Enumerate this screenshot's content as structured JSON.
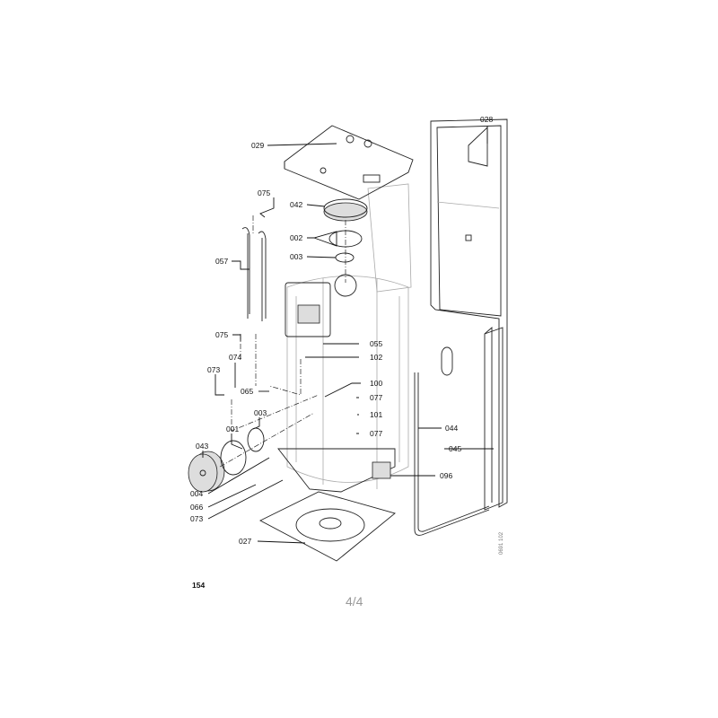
{
  "figure": {
    "number": "154",
    "reference_code": "0691 102",
    "page_indicator": "4/4"
  },
  "callouts": {
    "c028": "028",
    "c029": "029",
    "c075a": "075",
    "c042": "042",
    "c002": "002",
    "c003a": "003",
    "c057": "057",
    "c075b": "075",
    "c055": "055",
    "c102": "102",
    "c073a": "073",
    "c074": "074",
    "c065": "065",
    "c100": "100",
    "c077a": "077",
    "c101": "101",
    "c077b": "077",
    "c003b": "003",
    "c001": "001",
    "c043": "043",
    "c044": "044",
    "c045": "045",
    "c004": "004",
    "c096": "096",
    "c066": "066",
    "c073b": "073",
    "c027": "027"
  }
}
